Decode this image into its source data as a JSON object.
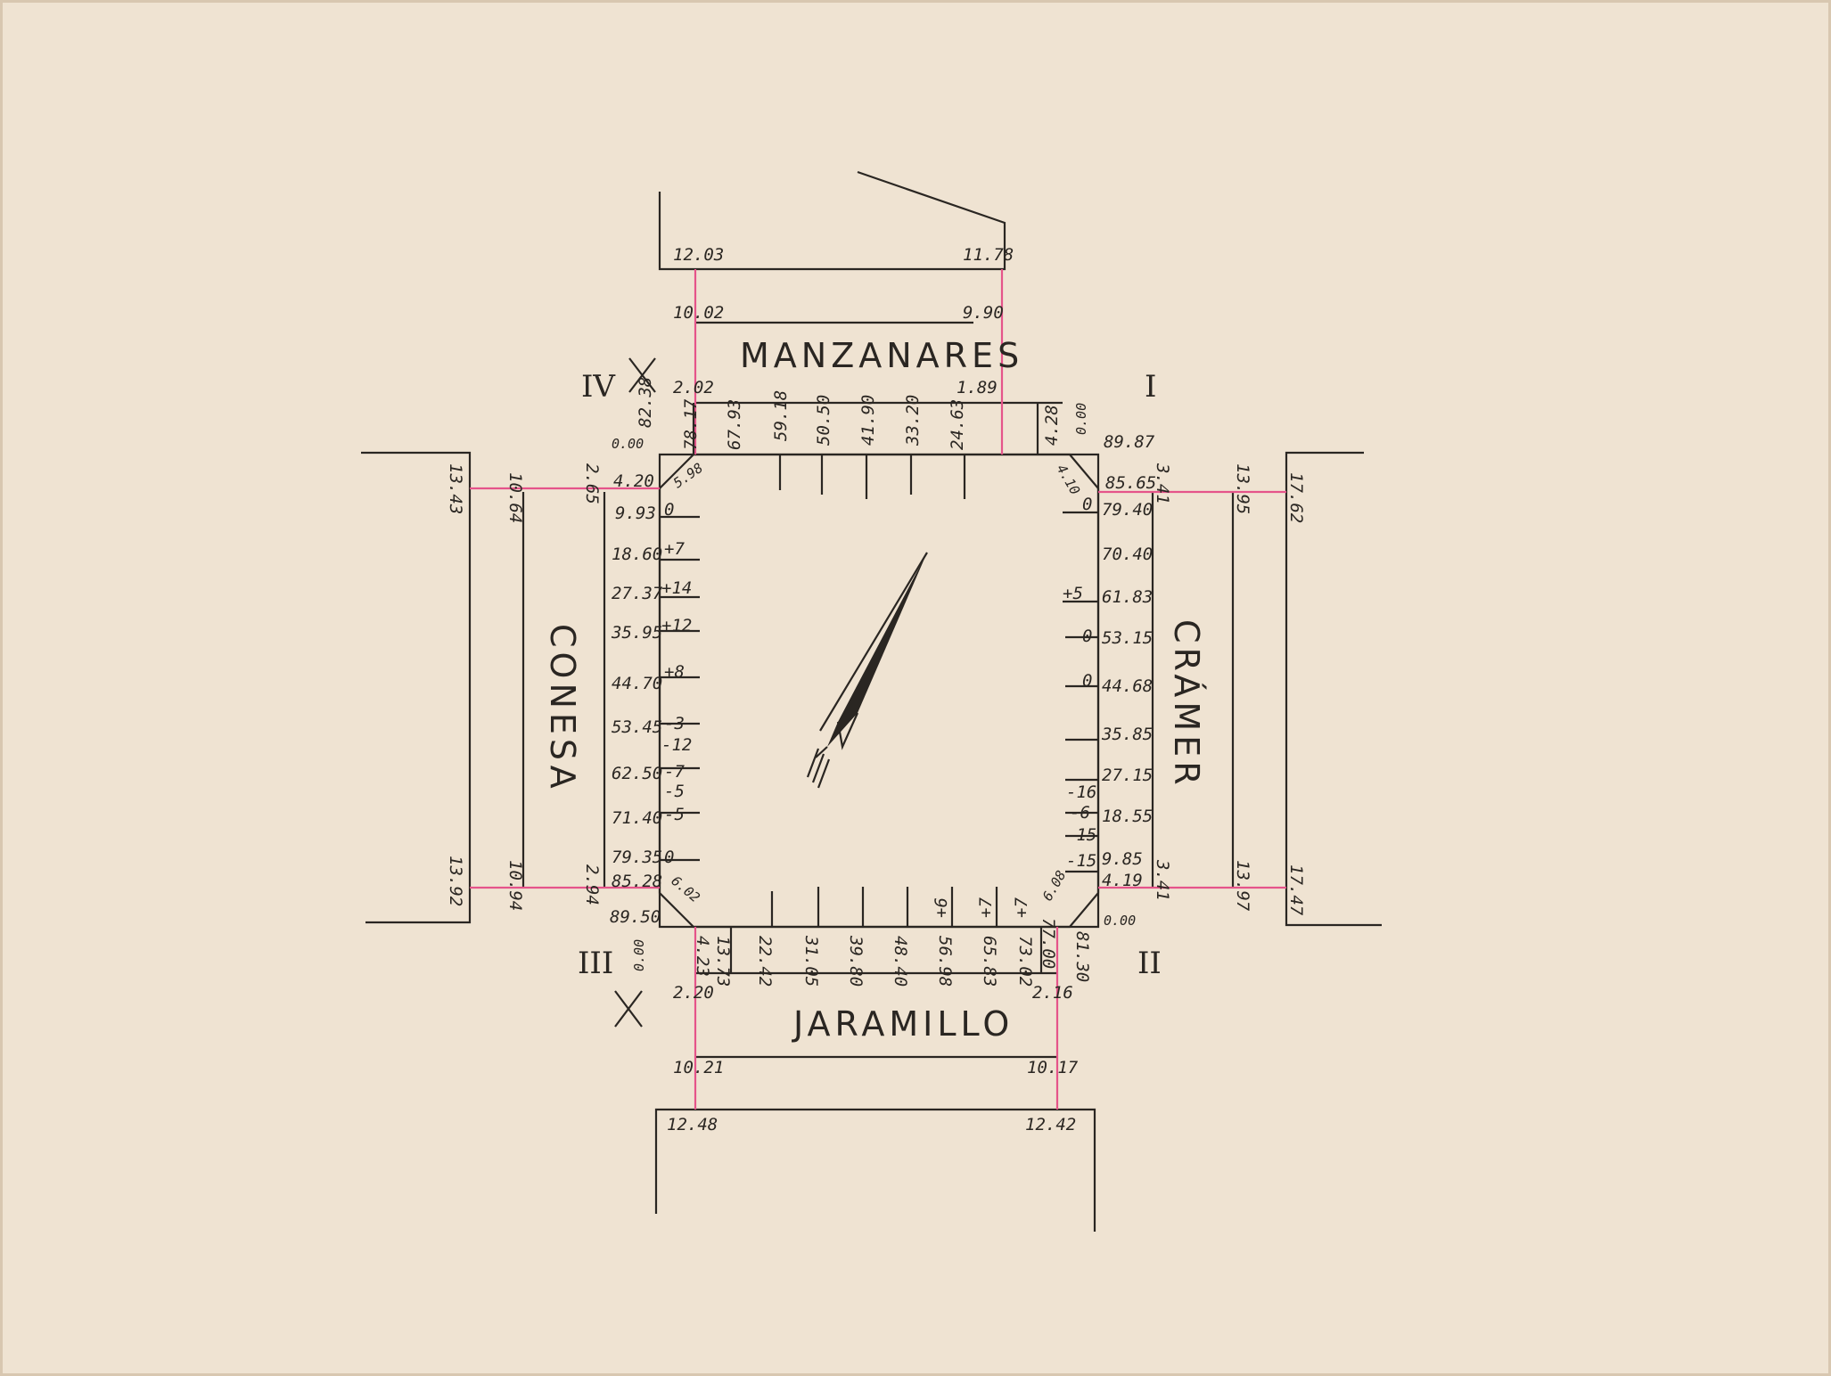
{
  "paper_color": "#efe3d2",
  "ink_color": "#2a2622",
  "red_line_color": "#e5548a",
  "streets": {
    "north": "MANZANARES",
    "south": "JARAMILLO",
    "west": "CONESA",
    "east": "CRÁMER"
  },
  "quadrants": {
    "ne": "I",
    "se": "II",
    "sw": "III",
    "nw": "IV"
  },
  "north_street_dims": {
    "left": [
      "12.03",
      "10.02",
      "2.02"
    ],
    "right": [
      "11.78",
      "9.90",
      "1.89"
    ]
  },
  "south_street_dims": {
    "left": [
      "2.20",
      "10.21",
      "12.48"
    ],
    "right": [
      "2.16",
      "10.17",
      "12.42"
    ]
  },
  "west_street_dims": {
    "top": [
      "13.43",
      "10.64",
      "2.65"
    ],
    "bottom": [
      "13.92",
      "10.94",
      "2.94"
    ]
  },
  "east_street_dims": {
    "top": [
      "3.41",
      "13.95",
      "17.62"
    ],
    "bottom": [
      "3.41",
      "13.97",
      "17.47"
    ]
  },
  "top_block_labels": [
    "82.38",
    "78.17",
    "5.98",
    "67.93",
    "59.18",
    "50.50",
    "41.90",
    "33.20",
    "24.63",
    "4.28",
    "4.10"
  ],
  "bottom_block_labels": [
    "4.23",
    "6.02",
    "13.73",
    "22.42",
    "31.05",
    "39.80",
    "48.40",
    "56.98",
    "65.83",
    "73.02",
    "77.00",
    "6.08",
    "81.30"
  ],
  "top_offsets": [
    "+6",
    "+7",
    "+7"
  ],
  "left_block_values": [
    "4.20",
    "9.93",
    "18.60",
    "27.37",
    "35.95",
    "44.70",
    "53.45",
    "62.50",
    "71.40",
    "79.35",
    "85.28",
    "89.50"
  ],
  "left_offsets": [
    "0",
    "+7",
    "+14",
    "+12",
    "+8",
    "-3",
    "-12",
    "-7",
    "-5",
    "-5",
    "0"
  ],
  "right_block_values": [
    "89.87",
    "85.65",
    "79.40",
    "70.40",
    "61.83",
    "53.15",
    "44.68",
    "35.85",
    "27.15",
    "18.55",
    "9.85",
    "4.19"
  ],
  "right_offsets": [
    "0",
    "+5",
    "0",
    "0",
    "-16",
    "-6",
    "-15",
    "-15"
  ],
  "corner_zeros": [
    "0.00",
    "0.00",
    "0.00",
    "0.00"
  ],
  "north_arrow": "north-arrow"
}
